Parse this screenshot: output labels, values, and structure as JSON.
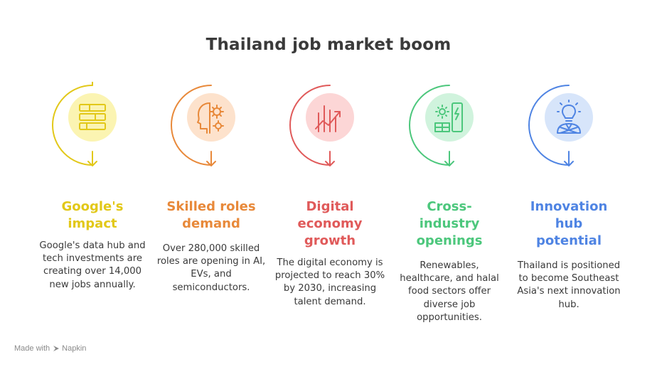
{
  "title": "Thailand job market boom",
  "colors": {
    "yellow": "#e2c819",
    "orange": "#e8893a",
    "red": "#e05a5a",
    "green": "#4cc77c",
    "blue": "#4f84e3",
    "yellow_fill": "#fbf4b2",
    "orange_fill": "#fde2cc",
    "red_fill": "#fcd6d6",
    "green_fill": "#d0f3dd",
    "blue_fill": "#d7e5fa"
  },
  "items": [
    {
      "heading": "Google's impact",
      "heading_lines": [
        "Google's",
        "impact"
      ],
      "description": "Google's data hub and tech investments are creating over 14,000 new jobs annually.",
      "icon": "server-stack-icon"
    },
    {
      "heading": "Skilled roles demand",
      "heading_lines": [
        "Skilled roles",
        "demand"
      ],
      "description": "Over 280,000 skilled roles are opening in AI, EVs, and semiconductors.",
      "icon": "head-gear-icon"
    },
    {
      "heading": "Digital economy growth",
      "heading_lines": [
        "Digital",
        "economy",
        "growth"
      ],
      "description": "The digital economy is projected to reach 30% by 2030, increasing talent demand.",
      "icon": "growth-chart-icon"
    },
    {
      "heading": "Cross-industry openings",
      "heading_lines": [
        "Cross-",
        "industry",
        "openings"
      ],
      "description": "Renewables, healthcare, and halal food sectors offer diverse job opportunities.",
      "icon": "renewable-energy-icon"
    },
    {
      "heading": "Innovation hub potential",
      "heading_lines": [
        "Innovation",
        "hub",
        "potential"
      ],
      "description": "Thailand is positioned to become Southeast Asia's next innovation hub.",
      "icon": "lightbulb-person-icon"
    }
  ],
  "footer": {
    "prefix": "Made with",
    "brand": "Napkin"
  }
}
